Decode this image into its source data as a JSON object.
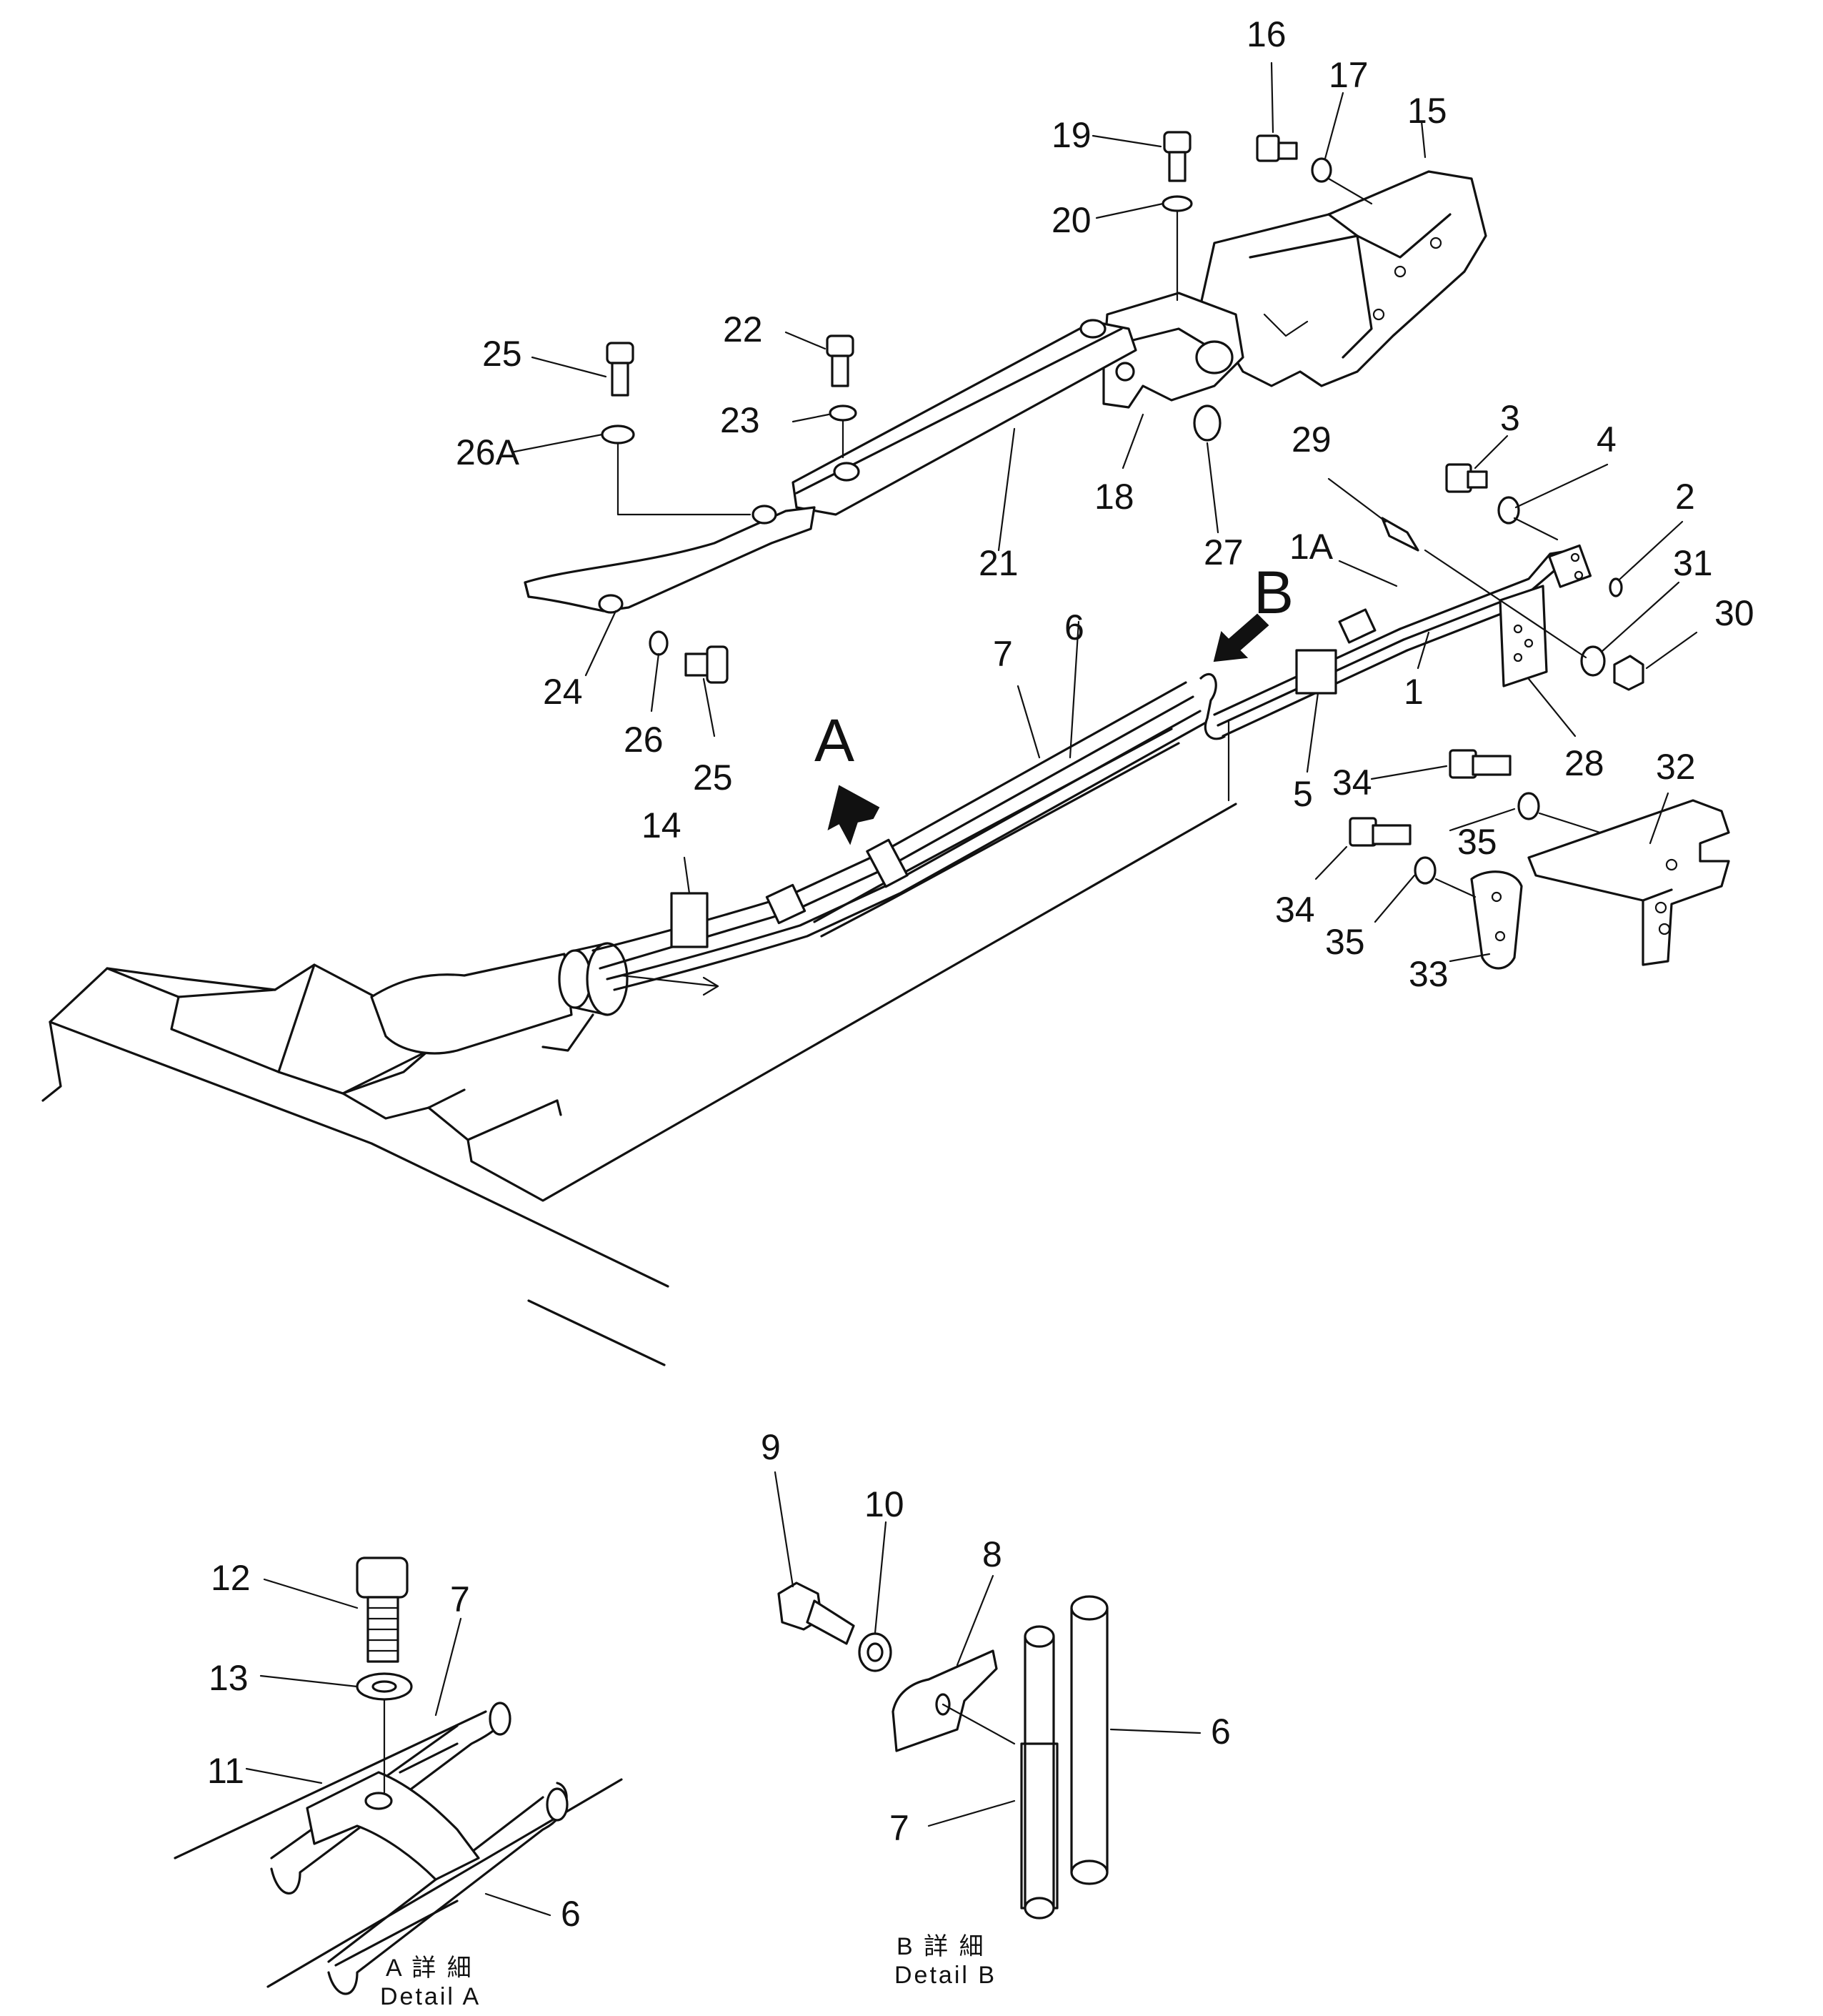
{
  "diagram": {
    "callouts": [
      {
        "id": "c16",
        "text": "16"
      },
      {
        "id": "c17",
        "text": "17"
      },
      {
        "id": "c15",
        "text": "15"
      },
      {
        "id": "c19",
        "text": "19"
      },
      {
        "id": "c20",
        "text": "20"
      },
      {
        "id": "c22",
        "text": "22"
      },
      {
        "id": "c25a",
        "text": "25"
      },
      {
        "id": "c23",
        "text": "23"
      },
      {
        "id": "c26A",
        "text": "26A"
      },
      {
        "id": "c21",
        "text": "21"
      },
      {
        "id": "c18",
        "text": "18"
      },
      {
        "id": "c27",
        "text": "27"
      },
      {
        "id": "c29",
        "text": "29"
      },
      {
        "id": "c3",
        "text": "3"
      },
      {
        "id": "c4",
        "text": "4"
      },
      {
        "id": "c2",
        "text": "2"
      },
      {
        "id": "c1A",
        "text": "1A"
      },
      {
        "id": "c31",
        "text": "31"
      },
      {
        "id": "c30",
        "text": "30"
      },
      {
        "id": "c1",
        "text": "1"
      },
      {
        "id": "c24",
        "text": "24"
      },
      {
        "id": "c26",
        "text": "26"
      },
      {
        "id": "c25b",
        "text": "25"
      },
      {
        "id": "c7",
        "text": "7"
      },
      {
        "id": "c6",
        "text": "6"
      },
      {
        "id": "c5",
        "text": "5"
      },
      {
        "id": "c28",
        "text": "28"
      },
      {
        "id": "c32",
        "text": "32"
      },
      {
        "id": "c34a",
        "text": "34"
      },
      {
        "id": "c35a",
        "text": "35"
      },
      {
        "id": "c34b",
        "text": "34"
      },
      {
        "id": "c35b",
        "text": "35"
      },
      {
        "id": "c33",
        "text": "33"
      },
      {
        "id": "c14",
        "text": "14"
      },
      {
        "id": "c9",
        "text": "9"
      },
      {
        "id": "c10",
        "text": "10"
      },
      {
        "id": "c8",
        "text": "8"
      },
      {
        "id": "c12",
        "text": "12"
      },
      {
        "id": "c13",
        "text": "13"
      },
      {
        "id": "c7d",
        "text": "7"
      },
      {
        "id": "c11",
        "text": "11"
      },
      {
        "id": "c6d",
        "text": "6"
      },
      {
        "id": "c6e",
        "text": "6"
      },
      {
        "id": "c7e",
        "text": "7"
      }
    ],
    "view_markers": {
      "a": "A",
      "b": "B"
    },
    "detail_a": {
      "title_cjk": "A 詳 細",
      "title": "Detail A"
    },
    "detail_b": {
      "title_cjk": "B 詳 細",
      "title": "Detail B"
    }
  }
}
